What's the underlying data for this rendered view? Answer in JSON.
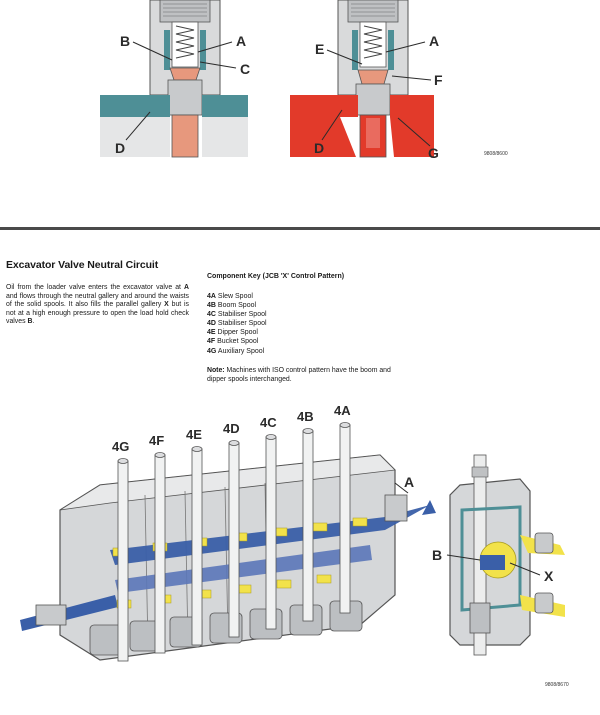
{
  "top_figure": {
    "left_labels": {
      "b": "B",
      "a": "A",
      "c": "C",
      "d": "D"
    },
    "right_labels": {
      "e": "E",
      "a": "A",
      "f": "F",
      "d": "D",
      "g": "G"
    },
    "ref": "9808/8600"
  },
  "section": {
    "title": "Excavator Valve Neutral Circuit",
    "paragraph": [
      {
        "text": "Oil from the loader valve enters the excavator valve at ",
        "bold": false
      },
      {
        "text": "A",
        "bold": true
      },
      {
        "text": " and flows through the neutral gallery and around the waists of the solid spools. It also fills the parallel gallery ",
        "bold": false
      },
      {
        "text": "X",
        "bold": true
      },
      {
        "text": " but is not at a high enough pressure to open the load hold check valves ",
        "bold": false
      },
      {
        "text": "B",
        "bold": true
      },
      {
        "text": ".",
        "bold": false
      }
    ]
  },
  "component_key": {
    "title": "Component Key (JCB 'X' Control Pattern)",
    "items": [
      {
        "code": "4A",
        "name": "Slew Spool"
      },
      {
        "code": "4B",
        "name": "Boom Spool"
      },
      {
        "code": "4C",
        "name": "Stabiliser Spool"
      },
      {
        "code": "4D",
        "name": "Stabiliser Spool"
      },
      {
        "code": "4E",
        "name": "Dipper Spool"
      },
      {
        "code": "4F",
        "name": "Bucket Spool"
      },
      {
        "code": "4G",
        "name": "Auxiliary Spool"
      }
    ],
    "note_label": "Note:",
    "note_text": " Machines with ISO control pattern have the boom and dipper spools interchanged."
  },
  "bottom_figure": {
    "spool_labels": [
      "4G",
      "4F",
      "4E",
      "4D",
      "4C",
      "4B",
      "4A"
    ],
    "inlet_label": "A",
    "check_valve_label": "B",
    "gallery_label": "X",
    "ref": "9808/8670"
  },
  "colors": {
    "neutral_flow": "#3a5fa8",
    "parallel_gallery": "#f2e24a",
    "pressure_red": "#e23a2a",
    "low_teal": "#4e8f96",
    "return_salmon": "#e7987d",
    "metal_grey": "#c8cacc"
  }
}
